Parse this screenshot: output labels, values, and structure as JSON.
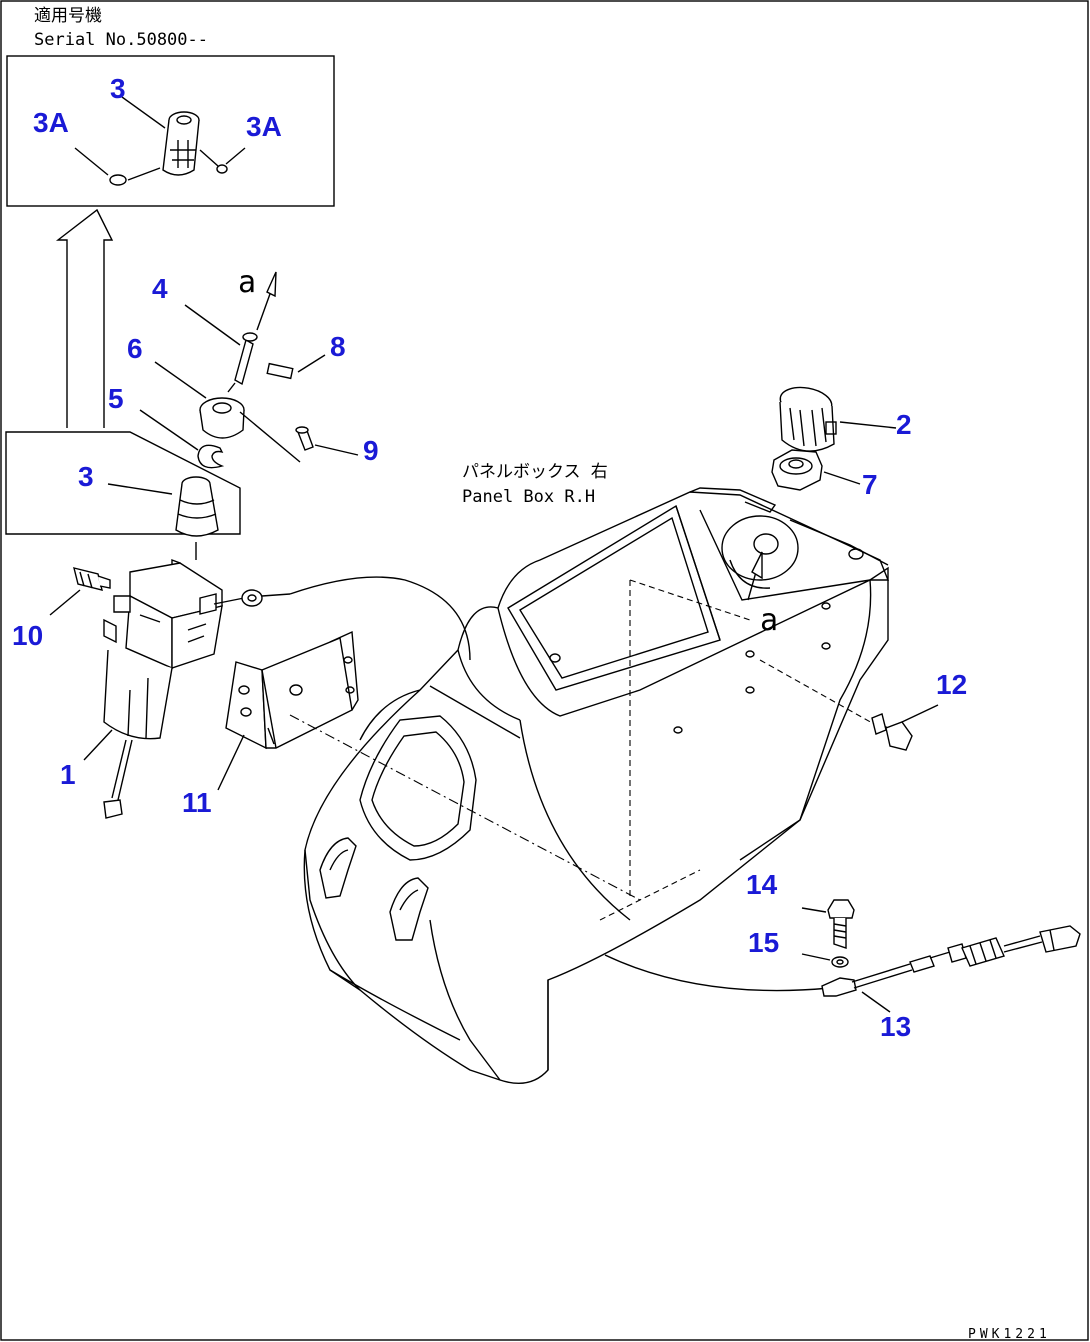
{
  "header": {
    "applicable_jp": "適用号機",
    "serial": "Serial No.50800--"
  },
  "panel_box": {
    "label_jp": "パネルボックス 右",
    "label_en": "Panel Box R.H"
  },
  "detail_letter": "a",
  "part_labels": [
    "3",
    "3A",
    "3A",
    "4",
    "6",
    "8",
    "5",
    "9",
    "3",
    "10",
    "1",
    "11",
    "2",
    "7",
    "12",
    "14",
    "15",
    "13"
  ],
  "drawing_code": "PWK1221",
  "colors": {
    "label": "#1a1ad6",
    "line": "#000000",
    "background": "#ffffff"
  }
}
